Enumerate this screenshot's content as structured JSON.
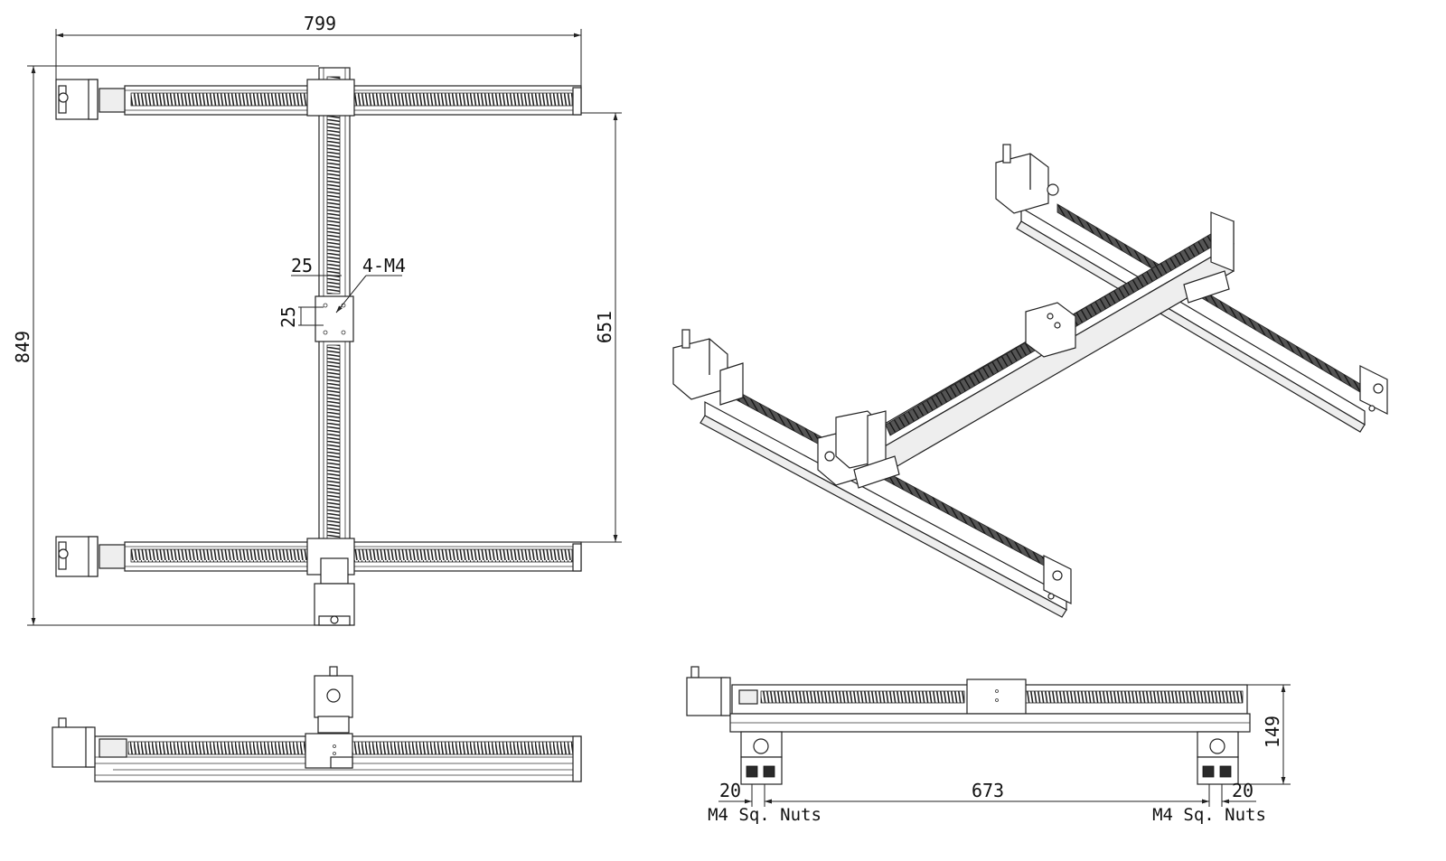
{
  "dimensions": {
    "overall_width": "799",
    "overall_height": "849",
    "travel_height": "651",
    "hole_spacing_x": "25",
    "hole_spacing_y": "25",
    "hole_callout": "4-M4",
    "support_spacing": "673",
    "overall_side_height": "149",
    "nut_offset_left": "20",
    "nut_offset_right": "20"
  },
  "notes": {
    "left_nut_label": "M4 Sq. Nuts",
    "right_nut_label": "M4 Sq. Nuts"
  },
  "colors": {
    "line": "#222222",
    "screw": "#2a2a2a",
    "background": "#ffffff"
  }
}
